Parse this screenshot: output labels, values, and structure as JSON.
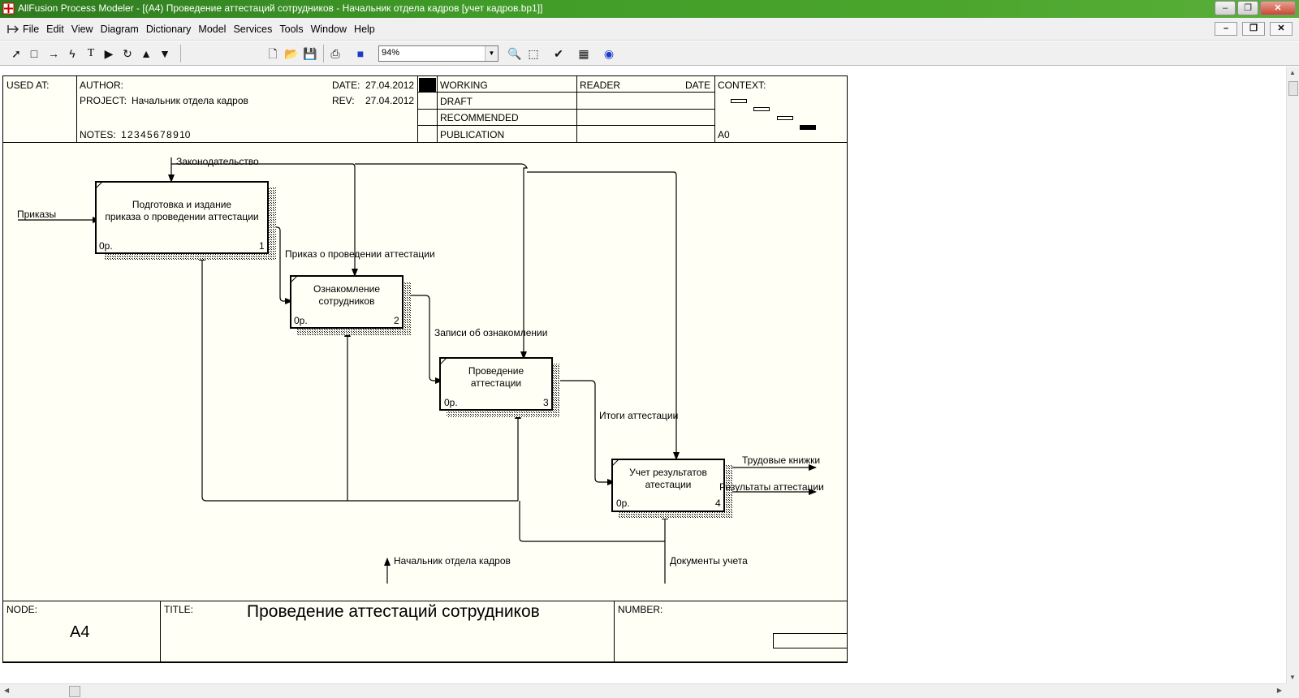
{
  "window": {
    "title": "AllFusion Process Modeler - [(A4) Проведение аттестаций  сотрудников - Начальник отдела кадров  [учет кадров.bp1]]",
    "controls": {
      "minimize": "–",
      "restore": "❐",
      "close": "✕"
    }
  },
  "menu": {
    "items": [
      "File",
      "Edit",
      "View",
      "Diagram",
      "Dictionary",
      "Model",
      "Services",
      "Tools",
      "Window",
      "Help"
    ],
    "mdi_controls": {
      "minimize": "–",
      "restore": "❐",
      "close": "✕"
    }
  },
  "toolbar": {
    "zoom_value": "94%"
  },
  "header": {
    "used_at": "USED AT:",
    "author_label": "AUTHOR:",
    "project_label": "PROJECT:",
    "project_value": "Начальник отдела кадров",
    "date_label": "DATE:",
    "date_value": "27.04.2012",
    "rev_label": "REV:",
    "rev_value": "27.04.2012",
    "notes_label": "NOTES:",
    "notes_value": "1  2  3  4  5  6  7  8  9  10",
    "status": [
      "WORKING",
      "DRAFT",
      "RECOMMENDED",
      "PUBLICATION"
    ],
    "reader_label": "READER",
    "reader_date_label": "DATE",
    "context_label": "CONTEXT:",
    "context_node": "A0"
  },
  "boxes": [
    {
      "line1": "Подготовка и издание",
      "line2": "приказа о проведении аттестации",
      "cost": "0р.",
      "number": "1"
    },
    {
      "line1": "Ознакомление",
      "line2": "сотрудников",
      "cost": "0р.",
      "number": "2"
    },
    {
      "line1": "Проведение",
      "line2": "аттестации",
      "cost": "0р.",
      "number": "3"
    },
    {
      "line1": "Учет результатов",
      "line2": "атестации",
      "cost": "0р.",
      "number": "4"
    }
  ],
  "arrows": {
    "control": "Законодательство",
    "input": "Приказы",
    "order": "Приказ о проведении аттестации",
    "records": "Записи об ознакомлении",
    "results": "Итоги аттестации",
    "out_books": "Трудовые книжки",
    "out_results": "Результаты аттестации",
    "mech_head": "Начальник отдела кадров",
    "mech_docs": "Документы учета"
  },
  "footer": {
    "node_label": "NODE:",
    "node_value": "A4",
    "title_label": "TITLE:",
    "title_value": "Проведение аттестаций  сотрудников",
    "number_label": "NUMBER:"
  }
}
